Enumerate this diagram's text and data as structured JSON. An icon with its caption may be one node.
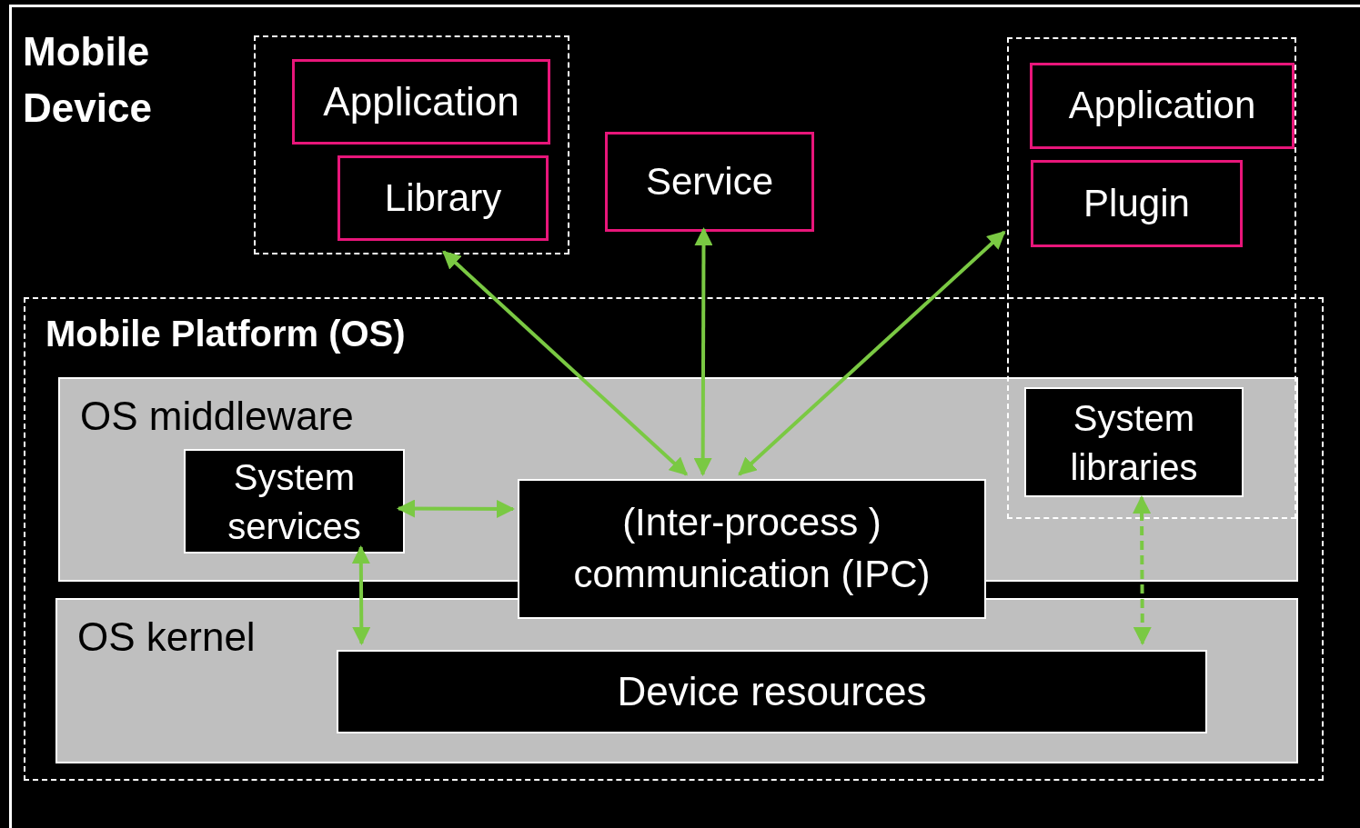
{
  "diagram": {
    "nodes": [
      {
        "text": [
          "Mobile Device"
        ]
      },
      {
        "text": [],
        "shape": "box",
        "in": 0
      },
      {
        "text": [
          "Application"
        ],
        "in": 1
      },
      {
        "text": [
          "Library"
        ],
        "in": 1
      },
      {
        "text": [
          "Service"
        ],
        "in": 0
      },
      {
        "text": [],
        "shape": "box",
        "in": 0
      },
      {
        "text": [
          "Application"
        ],
        "in": 5
      },
      {
        "text": [
          "Plugin"
        ],
        "in": 5
      },
      {
        "text": [
          "Mobile Platform (OS)"
        ],
        "in": 0
      },
      {
        "text": [
          "OS middleware"
        ],
        "in": 8
      },
      {
        "text": [
          "System services"
        ],
        "in": 9
      },
      {
        "text": [
          "(Inter-process ) communication (IPC)"
        ],
        "in": 8
      },
      {
        "text": [
          "System libraries"
        ]
      },
      {
        "text": [
          "OS kernel"
        ],
        "in": 8
      },
      {
        "text": [
          "Device resources"
        ],
        "in": 13
      }
    ],
    "edges": [
      {
        "from": 1,
        "to": 11,
        "arrow": "both"
      },
      {
        "from": 4,
        "to": 11,
        "arrow": "both"
      },
      {
        "from": 11,
        "to": 5,
        "arrow": "both"
      },
      {
        "from": 10,
        "to": 11,
        "arrow": "both"
      },
      {
        "from": 10,
        "to": 14,
        "arrow": "both"
      },
      {
        "from": 12,
        "to": 14,
        "arrow": "both",
        "style": "dashed"
      }
    ]
  }
}
